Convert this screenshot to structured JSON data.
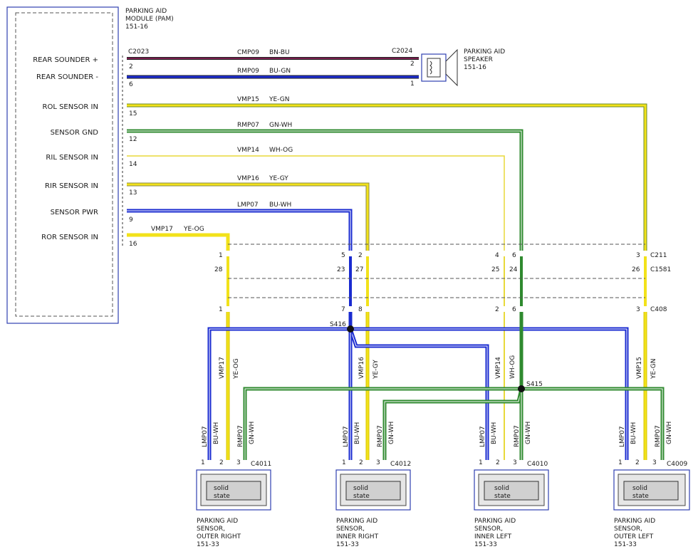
{
  "module": {
    "title_lines": [
      "PARKING AID",
      "MODULE (PAM)",
      "151-16"
    ],
    "pins": [
      {
        "label": "REAR SOUNDER +",
        "pin": "2",
        "circuit": "CMP09",
        "color_code": "BN-BU"
      },
      {
        "label": "REAR SOUNDER -",
        "pin": "6",
        "circuit": "RMP09",
        "color_code": "BU-GN"
      },
      {
        "label": "ROL SENSOR IN",
        "pin": "15",
        "circuit": "VMP15",
        "color_code": "YE-GN"
      },
      {
        "label": "SENSOR GND",
        "pin": "12",
        "circuit": "RMP07",
        "color_code": "GN-WH"
      },
      {
        "label": "RIL SENSOR IN",
        "pin": "14",
        "circuit": "VMP14",
        "color_code": "WH-OG"
      },
      {
        "label": "RIR SENSOR IN",
        "pin": "13",
        "circuit": "VMP16",
        "color_code": "YE-GY"
      },
      {
        "label": "SENSOR PWR",
        "pin": "9",
        "circuit": "LMP07",
        "color_code": "BU-WH"
      },
      {
        "label": "ROR SENSOR IN",
        "pin": "16",
        "circuit": "VMP17",
        "color_code": "YE-OG"
      }
    ],
    "connector": "C2023"
  },
  "speaker": {
    "title_lines": [
      "PARKING AID",
      "SPEAKER",
      "151-16"
    ],
    "connector": "C2024",
    "pins": [
      "2",
      "1"
    ]
  },
  "inline_connectors": [
    {
      "name": "C211",
      "pins": {
        "ror": "1",
        "rir_pwr": "5",
        "rir": "2",
        "ril": "4",
        "gnd": "6",
        "rol": "3"
      }
    },
    {
      "name": "C1581",
      "pins": {
        "ror": "28",
        "rir_pwr": "23",
        "rir": "27",
        "ril": "25",
        "gnd": "24",
        "rol": "26"
      }
    },
    {
      "name": "C408",
      "pins": {
        "ror": "1",
        "rir_pwr": "7",
        "rir": "8",
        "ril": "2",
        "gnd": "6",
        "rol": "3"
      }
    }
  ],
  "splices": [
    {
      "name": "S416"
    },
    {
      "name": "S415"
    }
  ],
  "sensors": [
    {
      "connector": "C4011",
      "title_lines": [
        "PARKING AID",
        "SENSOR,",
        "OUTER RIGHT",
        "151-33"
      ],
      "signal_circuit": "VMP17",
      "signal_color": "YE-OG"
    },
    {
      "connector": "C4012",
      "title_lines": [
        "PARKING AID",
        "SENSOR,",
        "INNER RIGHT",
        "151-33"
      ],
      "signal_circuit": "VMP16",
      "signal_color": "YE-GY"
    },
    {
      "connector": "C4010",
      "title_lines": [
        "PARKING AID",
        "SENSOR,",
        "INNER LEFT",
        "151-33"
      ],
      "signal_circuit": "VMP14",
      "signal_color": "WH-OG"
    },
    {
      "connector": "C4009",
      "title_lines": [
        "PARKING AID",
        "SENSOR,",
        "OUTER LEFT",
        "151-33"
      ],
      "signal_circuit": "VMP15",
      "signal_color": "YE-GN"
    }
  ],
  "sensor_common": {
    "pwr_circuit": "LMP07",
    "pwr_color": "BU-WH",
    "gnd_circuit": "RMP07",
    "gnd_color": "GN-WH",
    "pin_labels": [
      "1",
      "2",
      "3"
    ],
    "inner_lines": [
      "solid",
      "state"
    ]
  },
  "wire_colors": {
    "brown_blue": "#7a1f4e",
    "blue": "#1a2bd0",
    "yellow": "#f2e21a",
    "green": "#2f8a2f",
    "white_orange": "#e8d93a",
    "frame": "#2f3fb0"
  }
}
